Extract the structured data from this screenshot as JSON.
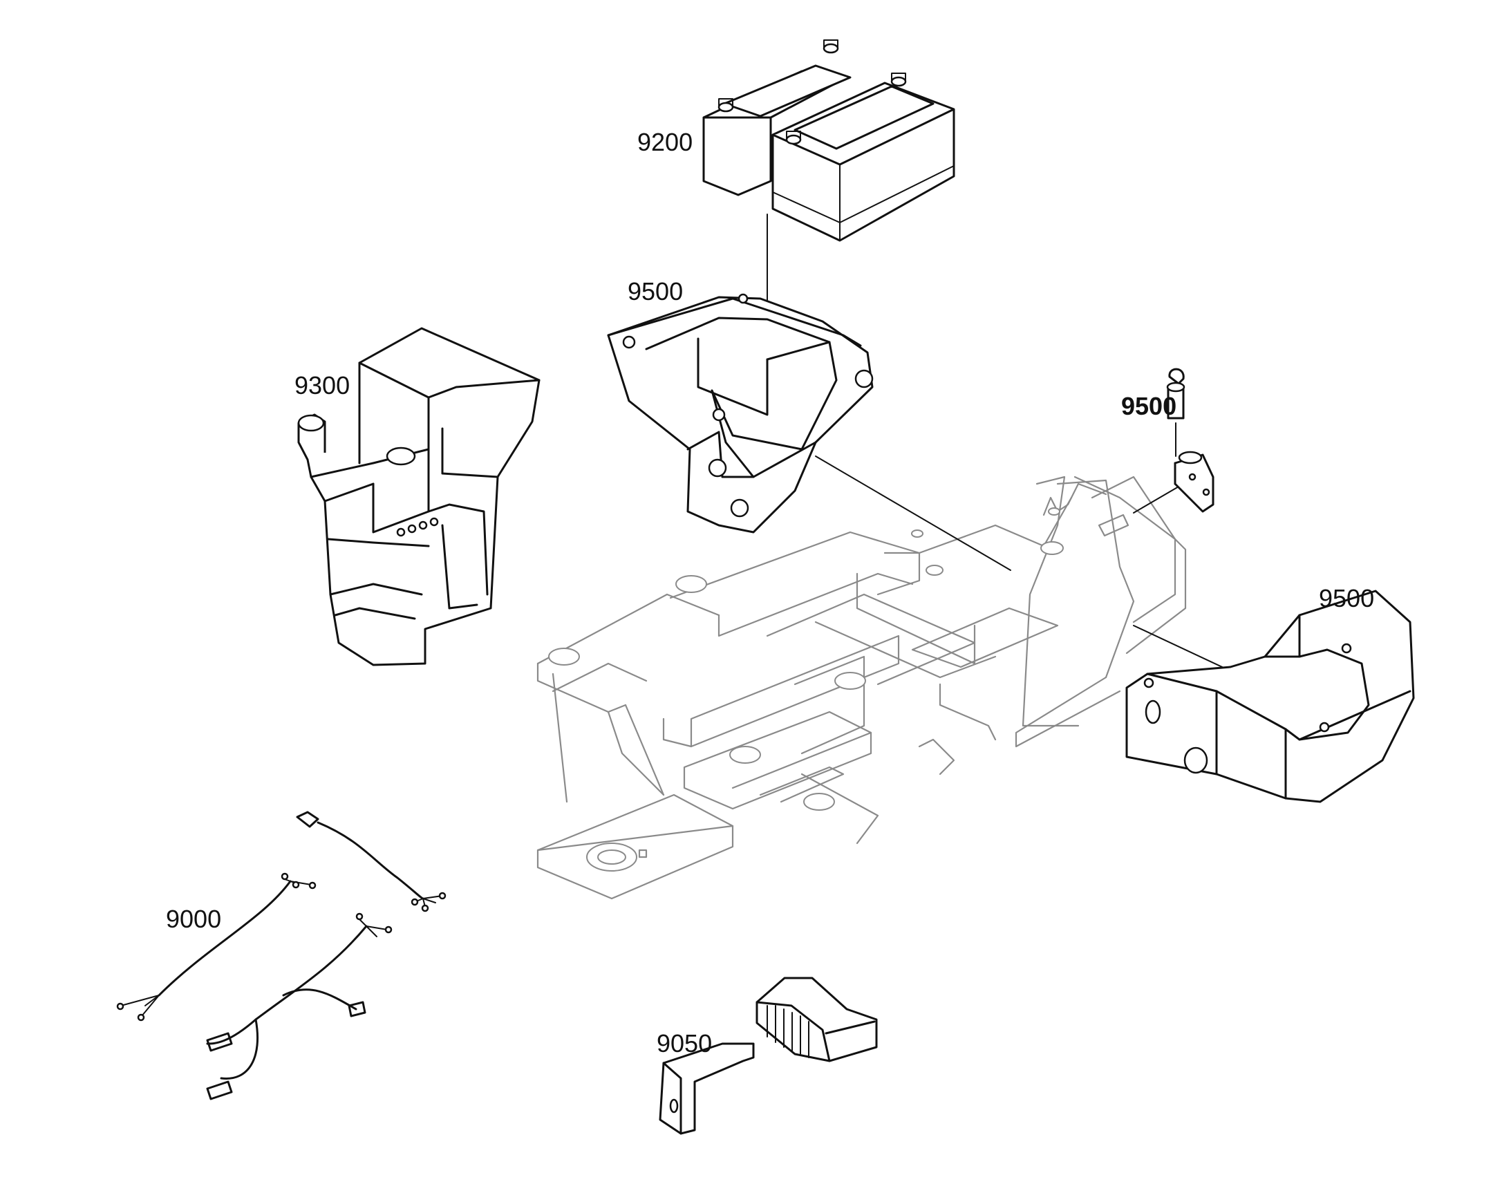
{
  "callouts": [
    {
      "key": "battery",
      "text": "9200"
    },
    {
      "key": "battery_tray",
      "text": "9500"
    },
    {
      "key": "fuel_tank",
      "text": "9300"
    },
    {
      "key": "hitch_pin",
      "text": "9500"
    },
    {
      "key": "counterweight",
      "text": "9500"
    },
    {
      "key": "wiring_harness",
      "text": "9000"
    },
    {
      "key": "work_light",
      "text": "9050"
    }
  ]
}
